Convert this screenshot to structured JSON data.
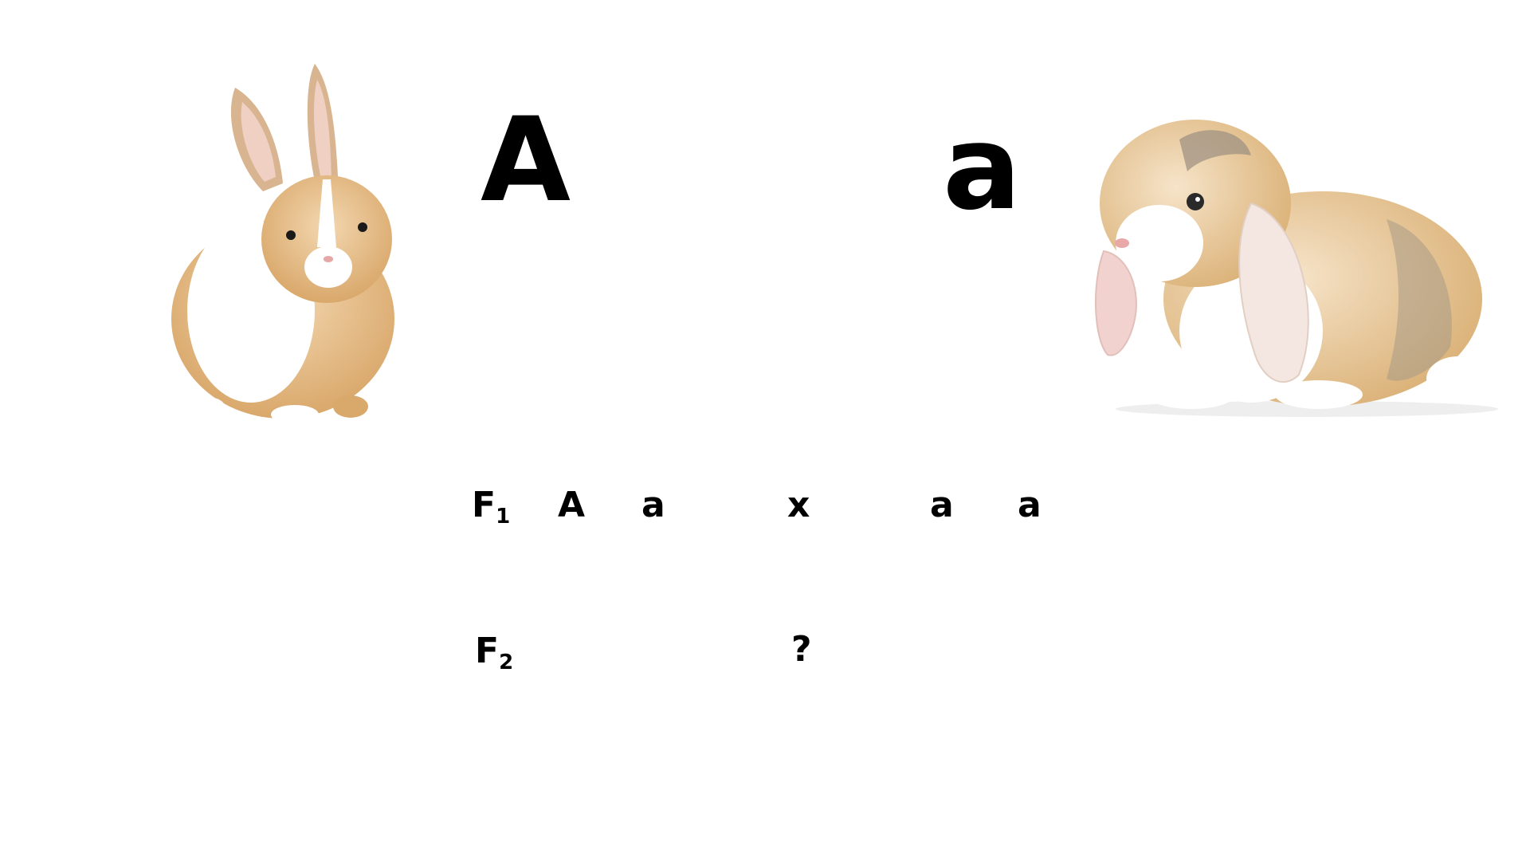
{
  "slide": {
    "parents": {
      "left_allele": "A",
      "right_allele": "a",
      "left_image": "rabbit-upright-ears",
      "right_image": "rabbit-lop-ears"
    },
    "f1": {
      "label": "F",
      "label_sub": "1",
      "parent1_allele1": "A",
      "parent1_allele2": "a",
      "cross_symbol": "x",
      "parent2_allele1": "a",
      "parent2_allele2": "a"
    },
    "f2": {
      "label": "F",
      "label_sub": "2",
      "result": "?"
    }
  }
}
